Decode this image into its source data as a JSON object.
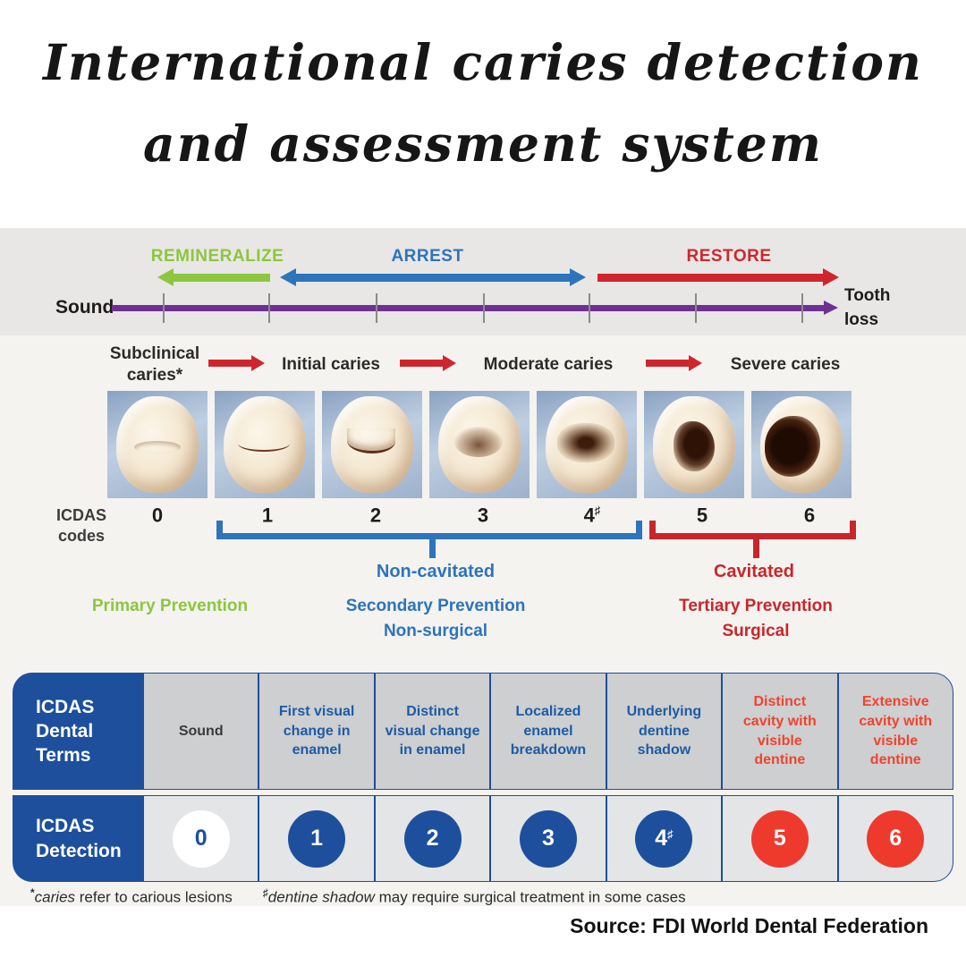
{
  "title": {
    "line1": "International caries detection",
    "line2": "and assessment system"
  },
  "spectrum": {
    "remineralize": "REMINERALIZE",
    "arrest": "ARREST",
    "restore": "RESTORE",
    "axis_start": "Sound",
    "axis_end_line1": "Tooth",
    "axis_end_line2": "loss"
  },
  "stages": {
    "s0_line1": "Subclinical",
    "s0_line2": "caries*",
    "s1": "Initial caries",
    "s2": "Moderate caries",
    "s3": "Severe caries"
  },
  "icdas": {
    "label_line1": "ICDAS",
    "label_line2": "codes",
    "codes": [
      {
        "base": "0",
        "sup": ""
      },
      {
        "base": "1",
        "sup": ""
      },
      {
        "base": "2",
        "sup": ""
      },
      {
        "base": "3",
        "sup": ""
      },
      {
        "base": "4",
        "sup": "♯"
      },
      {
        "base": "5",
        "sup": ""
      },
      {
        "base": "6",
        "sup": ""
      }
    ],
    "noncavitated": "Non-cavitated",
    "cavitated": "Cavitated"
  },
  "prevention": {
    "primary": "Primary Prevention",
    "secondary_line1": "Secondary Prevention",
    "secondary_line2": "Non-surgical",
    "tertiary_line1": "Tertiary Prevention",
    "tertiary_line2": "Surgical"
  },
  "table": {
    "terms_label_line1": "ICDAS",
    "terms_label_line2": "Dental",
    "terms_label_line3": "Terms",
    "detect_label_line1": "ICDAS",
    "detect_label_line2": "Detection",
    "terms": [
      "Sound",
      "First visual change in enamel",
      "Distinct visual change in enamel",
      "Localized enamel breakdown",
      "Underlying dentine shadow",
      "Distinct cavity with visible dentine",
      "Extensive cavity with visible dentine"
    ]
  },
  "footnote": {
    "star": "*",
    "star_term": "caries",
    "star_rest": " refer to carious lesions",
    "hash": "♯",
    "hash_term": "dentine shadow",
    "hash_rest": " may require surgical treatment in some cases"
  },
  "source": "Source: FDI World Dental Federation",
  "colors": {
    "green": "#8dc63f",
    "blue": "#2e74ba",
    "red": "#cf262e",
    "purple": "#6e3192",
    "table_blue": "#1d4f9c",
    "circle_red": "#ee3a2d",
    "header_cell_gray": "#cdcfd0",
    "detect_cell_gray": "#e3e5e7",
    "band_gray": "#e8e7e5"
  }
}
